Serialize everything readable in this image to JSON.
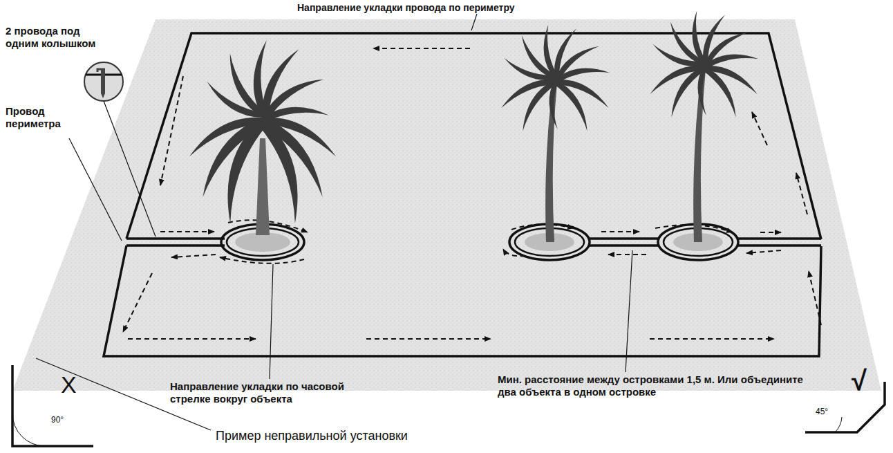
{
  "diagram": {
    "labels": [
      "Направление укладки провода по периметру",
      "2 провода под одним колышком",
      "Провод периметра",
      "Направление укладки по часовой стрелке вокруг объекта",
      "Мин. расстояние между островками 1,5 м. Или объедините два объекта в одном островке",
      "Пример неправильной установки",
      "X",
      "90°",
      "√",
      "45°"
    ]
  }
}
